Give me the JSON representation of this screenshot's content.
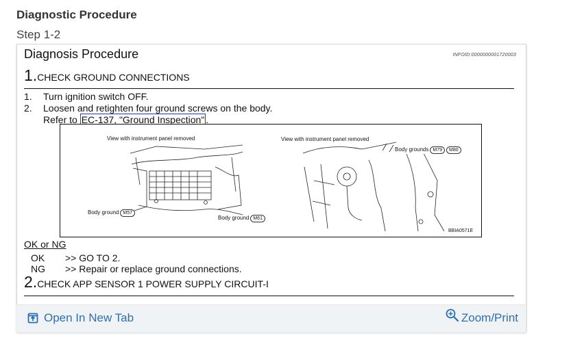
{
  "page": {
    "heading": "Diagnostic Procedure",
    "step_label": "Step 1-2"
  },
  "document": {
    "title": "Diagnosis Procedure",
    "info_id": "INFOID:0000000001720003",
    "section1": {
      "number": "1.",
      "title": "CHECK GROUND CONNECTIONS"
    },
    "steps": [
      {
        "num": "1.",
        "text": "Turn ignition switch OFF."
      },
      {
        "num": "2.",
        "text": "Loosen and retighten four ground screws on the body."
      }
    ],
    "refer_prefix": "Refer to ",
    "refer_link": "EC-137, \"Ground Inspection\"",
    "refer_suffix": ".",
    "figure": {
      "left_caption": "View with instrument panel removed",
      "right_caption": "View with instrument panel removed",
      "body_ground_label": "Body ground",
      "body_grounds_label": "Body grounds",
      "connectors": {
        "m57": "M57",
        "m61": "M61",
        "m79": "M79",
        "m80": "M80"
      },
      "figure_code": "BBIA0571E"
    },
    "ok_or_ng": "OK or NG",
    "results": [
      {
        "code": "OK",
        "arrow": ">>",
        "text": "GO TO 2."
      },
      {
        "code": "NG",
        "arrow": ">>",
        "text": "Repair or replace ground connections."
      }
    ],
    "section2": {
      "number": "2.",
      "title": "CHECK APP SENSOR 1 POWER SUPPLY CIRCUIT-I"
    }
  },
  "toolbar": {
    "open_new_tab": "Open In New Tab",
    "zoom_print": "Zoom/Print",
    "link_color": "#2a6fb3",
    "icons": [
      "open-in-new-tab-icon",
      "zoom-in-icon"
    ]
  }
}
